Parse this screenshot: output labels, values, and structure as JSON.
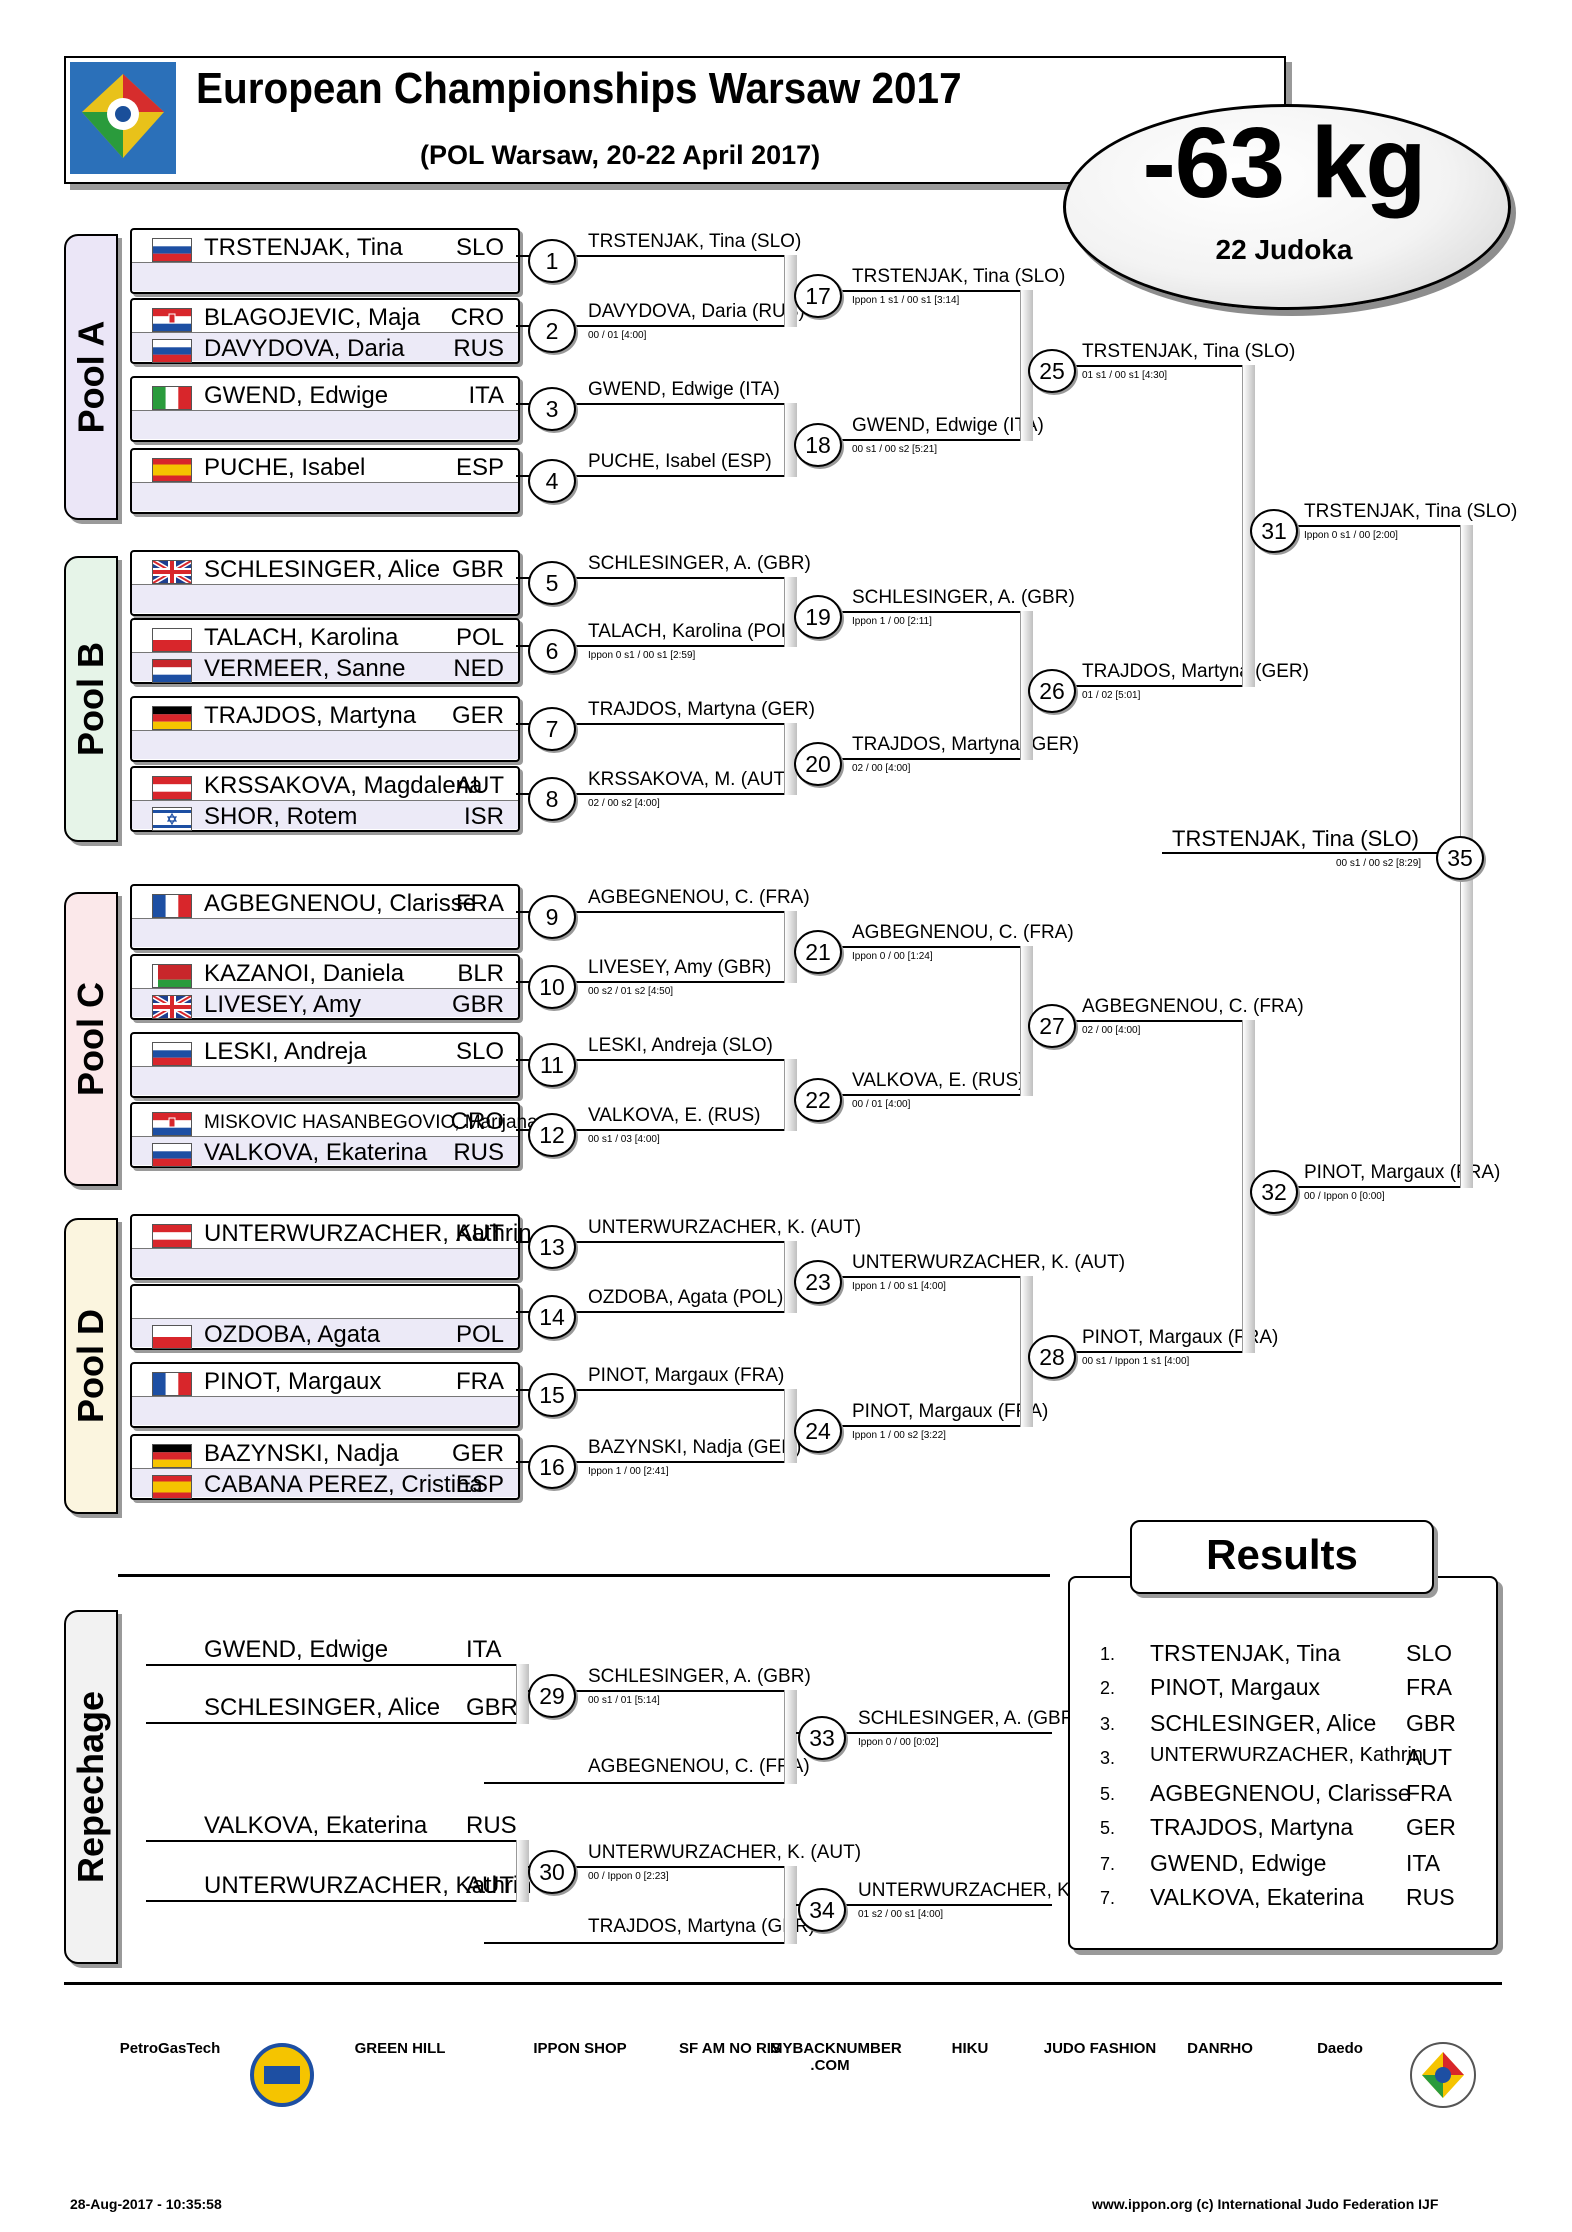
{
  "header": {
    "title": "European Championships Warsaw 2017",
    "subtitle": "(POL Warsaw, 20-22 April 2017)",
    "weight": "-63 kg",
    "judoka_count": "22 Judoka"
  },
  "pools": [
    {
      "label": "Pool A"
    },
    {
      "label": "Pool B"
    },
    {
      "label": "Pool C"
    },
    {
      "label": "Pool D"
    },
    {
      "label": "Repechage"
    }
  ],
  "entries": [
    {
      "a": {
        "name": "TRSTENJAK, Tina",
        "nat": "SLO",
        "flag": "slo"
      },
      "b": null
    },
    {
      "a": {
        "name": "BLAGOJEVIC, Maja",
        "nat": "CRO",
        "flag": "cro"
      },
      "b": {
        "name": "DAVYDOVA, Daria",
        "nat": "RUS",
        "flag": "rus"
      }
    },
    {
      "a": {
        "name": "GWEND, Edwige",
        "nat": "ITA",
        "flag": "ita"
      },
      "b": null
    },
    {
      "a": {
        "name": "PUCHE, Isabel",
        "nat": "ESP",
        "flag": "esp"
      },
      "b": null
    },
    {
      "a": {
        "name": "SCHLESINGER, Alice",
        "nat": "GBR",
        "flag": "gbr"
      },
      "b": null
    },
    {
      "a": {
        "name": "TALACH, Karolina",
        "nat": "POL",
        "flag": "pol"
      },
      "b": {
        "name": "VERMEER, Sanne",
        "nat": "NED",
        "flag": "ned"
      }
    },
    {
      "a": {
        "name": "TRAJDOS, Martyna",
        "nat": "GER",
        "flag": "ger"
      },
      "b": null
    },
    {
      "a": {
        "name": "KRSSAKOVA, Magdalena",
        "nat": "AUT",
        "flag": "aut"
      },
      "b": {
        "name": "SHOR, Rotem",
        "nat": "ISR",
        "flag": "isr"
      }
    },
    {
      "a": {
        "name": "AGBEGNENOU, Clarisse",
        "nat": "FRA",
        "flag": "fra"
      },
      "b": null
    },
    {
      "a": {
        "name": "KAZANOI, Daniela",
        "nat": "BLR",
        "flag": "blr"
      },
      "b": {
        "name": "LIVESEY, Amy",
        "nat": "GBR",
        "flag": "gbr"
      }
    },
    {
      "a": {
        "name": "LESKI, Andreja",
        "nat": "SLO",
        "flag": "slo"
      },
      "b": null
    },
    {
      "a": {
        "name": "MISKOVIC HASANBEGOVIC, Marijana",
        "nat": "CRO",
        "flag": "cro"
      },
      "b": {
        "name": "VALKOVA, Ekaterina",
        "nat": "RUS",
        "flag": "rus"
      }
    },
    {
      "a": {
        "name": "UNTERWURZACHER, Kathrin",
        "nat": "AUT",
        "flag": "aut"
      },
      "b": null
    },
    {
      "a": null,
      "b": {
        "name": "OZDOBA, Agata",
        "nat": "POL",
        "flag": "pol"
      }
    },
    {
      "a": {
        "name": "PINOT, Margaux",
        "nat": "FRA",
        "flag": "fra"
      },
      "b": null
    },
    {
      "a": {
        "name": "BAZYNSKI, Nadja",
        "nat": "GER",
        "flag": "ger"
      },
      "b": {
        "name": "CABANA PEREZ, Cristina",
        "nat": "ESP",
        "flag": "esp"
      }
    }
  ],
  "round1": [
    {
      "num": "1",
      "winner": "TRSTENJAK, Tina  (SLO)",
      "score": ""
    },
    {
      "num": "2",
      "winner": "DAVYDOVA, Daria  (RUS)",
      "score": "00  / 01  [4:00]"
    },
    {
      "num": "3",
      "winner": "GWEND, Edwige  (ITA)",
      "score": ""
    },
    {
      "num": "4",
      "winner": "PUCHE, Isabel  (ESP)",
      "score": ""
    },
    {
      "num": "5",
      "winner": "SCHLESINGER, A.  (GBR)",
      "score": ""
    },
    {
      "num": "6",
      "winner": "TALACH, Karolina  (POL)",
      "score": "Ippon 0 s1 / 00 s1 [2:59]"
    },
    {
      "num": "7",
      "winner": "TRAJDOS, Martyna  (GER)",
      "score": ""
    },
    {
      "num": "8",
      "winner": "KRSSAKOVA, M.  (AUT)",
      "score": "02  / 00 s2 [4:00]"
    },
    {
      "num": "9",
      "winner": "AGBEGNENOU, C.  (FRA)",
      "score": ""
    },
    {
      "num": "10",
      "winner": "LIVESEY, Amy  (GBR)",
      "score": "00 s2 / 01 s2 [4:50]"
    },
    {
      "num": "11",
      "winner": "LESKI, Andreja  (SLO)",
      "score": ""
    },
    {
      "num": "12",
      "winner": "VALKOVA, E.  (RUS)",
      "score": "00 s1 / 03  [4:00]"
    },
    {
      "num": "13",
      "winner": "UNTERWURZACHER, K.  (AUT)",
      "score": ""
    },
    {
      "num": "14",
      "winner": "OZDOBA, Agata  (POL)",
      "score": ""
    },
    {
      "num": "15",
      "winner": "PINOT, Margaux  (FRA)",
      "score": ""
    },
    {
      "num": "16",
      "winner": "BAZYNSKI, Nadja  (GER)",
      "score": "Ippon 1  / 00  [2:41]"
    }
  ],
  "round2": [
    {
      "num": "17",
      "winner": "TRSTENJAK, Tina  (SLO)",
      "score": "Ippon 1 s1 / 00 s1 [3:14]"
    },
    {
      "num": "18",
      "winner": "GWEND, Edwige  (ITA)",
      "score": "00 s1 / 00 s2 [5:21]"
    },
    {
      "num": "19",
      "winner": "SCHLESINGER, A.  (GBR)",
      "score": "Ippon 1  / 00  [2:11]"
    },
    {
      "num": "20",
      "winner": "TRAJDOS, Martyna  (GER)",
      "score": "02  / 00  [4:00]"
    },
    {
      "num": "21",
      "winner": "AGBEGNENOU, C.  (FRA)",
      "score": "Ippon 0  / 00  [1:24]"
    },
    {
      "num": "22",
      "winner": "VALKOVA, E.  (RUS)",
      "score": "00  / 01  [4:00]"
    },
    {
      "num": "23",
      "winner": "UNTERWURZACHER, K.  (AUT)",
      "score": "Ippon 1  / 00 s1 [4:00]"
    },
    {
      "num": "24",
      "winner": "PINOT, Margaux  (FRA)",
      "score": "Ippon 1  / 00 s2 [3:22]"
    }
  ],
  "round3": [
    {
      "num": "25",
      "winner": "TRSTENJAK, Tina  (SLO)",
      "score": "01 s1 / 00 s1 [4:30]"
    },
    {
      "num": "26",
      "winner": "TRAJDOS, Martyna  (GER)",
      "score": "01  / 02  [5:01]"
    },
    {
      "num": "27",
      "winner": "AGBEGNENOU, C.  (FRA)",
      "score": "02  / 00  [4:00]"
    },
    {
      "num": "28",
      "winner": "PINOT, Margaux  (FRA)",
      "score": "00 s1 / Ippon 1 s1 [4:00]"
    }
  ],
  "semis": [
    {
      "num": "31",
      "winner": "TRSTENJAK, Tina  (SLO)",
      "score": "Ippon 0 s1 / 00  [2:00]"
    },
    {
      "num": "32",
      "winner": "PINOT, Margaux  (FRA)",
      "score": "00  / Ippon 0  [0:00]"
    }
  ],
  "final": {
    "num": "35",
    "winner": "TRSTENJAK, Tina  (SLO)",
    "score": "00 s1 / 00 s2 [8:29]"
  },
  "repechage": {
    "m29": {
      "num": "29",
      "p1": "GWEND, Edwige",
      "n1": "ITA",
      "p2": "SCHLESINGER, Alice",
      "n2": "GBR",
      "winner": "SCHLESINGER, A.  (GBR)",
      "score": "00 s1 / 01  [5:14]"
    },
    "m30": {
      "num": "30",
      "p1": "VALKOVA, Ekaterina",
      "n1": "RUS",
      "p2": "UNTERWURZACHER, Kathrin",
      "n2": "AUT",
      "winner": "UNTERWURZACHER, K.  (AUT)",
      "score": "00  / Ippon 0  [2:23]"
    },
    "m33": {
      "num": "33",
      "opp": "AGBEGNENOU, C.  (FRA)",
      "winner": "SCHLESINGER, A.  (GBR)",
      "score": "Ippon 0  / 00  [0:02]"
    },
    "m34": {
      "num": "34",
      "opp": "TRAJDOS, Martyna  (GER)",
      "winner": "UNTERWURZACHER, K.  (AUT)",
      "score": "01 s2 / 00 s1 [4:00]"
    }
  },
  "results": {
    "title": "Results",
    "rows": [
      {
        "rank": "1.",
        "name": "TRSTENJAK, Tina",
        "nat": "SLO"
      },
      {
        "rank": "2.",
        "name": "PINOT, Margaux",
        "nat": "FRA"
      },
      {
        "rank": "3.",
        "name": "SCHLESINGER, Alice",
        "nat": "GBR"
      },
      {
        "rank": "3.",
        "name": "UNTERWURZACHER, Kathrin",
        "nat": "AUT"
      },
      {
        "rank": "5.",
        "name": "AGBEGNENOU, Clarisse",
        "nat": "FRA"
      },
      {
        "rank": "5.",
        "name": "TRAJDOS, Martyna",
        "nat": "GER"
      },
      {
        "rank": "7.",
        "name": "GWEND, Edwige",
        "nat": "ITA"
      },
      {
        "rank": "7.",
        "name": "VALKOVA, Ekaterina",
        "nat": "RUS"
      }
    ]
  },
  "sponsors": [
    "PetroGasTech",
    "GREEN HILL",
    "IPPON SHOP",
    "SF AM NO RIS",
    "MYBACKNUMBER .COM",
    "HIKU",
    "JUDO FASHION",
    "DANRHO",
    "Daedo"
  ],
  "footer": {
    "left": "28-Aug-2017 - 10:35:58",
    "right": "www.ippon.org  (c) International Judo Federation IJF"
  },
  "colors": {
    "poolA": "#ebe6f7",
    "poolB": "#e6f4e8",
    "poolC": "#fbe8ea",
    "poolD": "#fbf5df",
    "repechage": "#f2f2f2"
  }
}
